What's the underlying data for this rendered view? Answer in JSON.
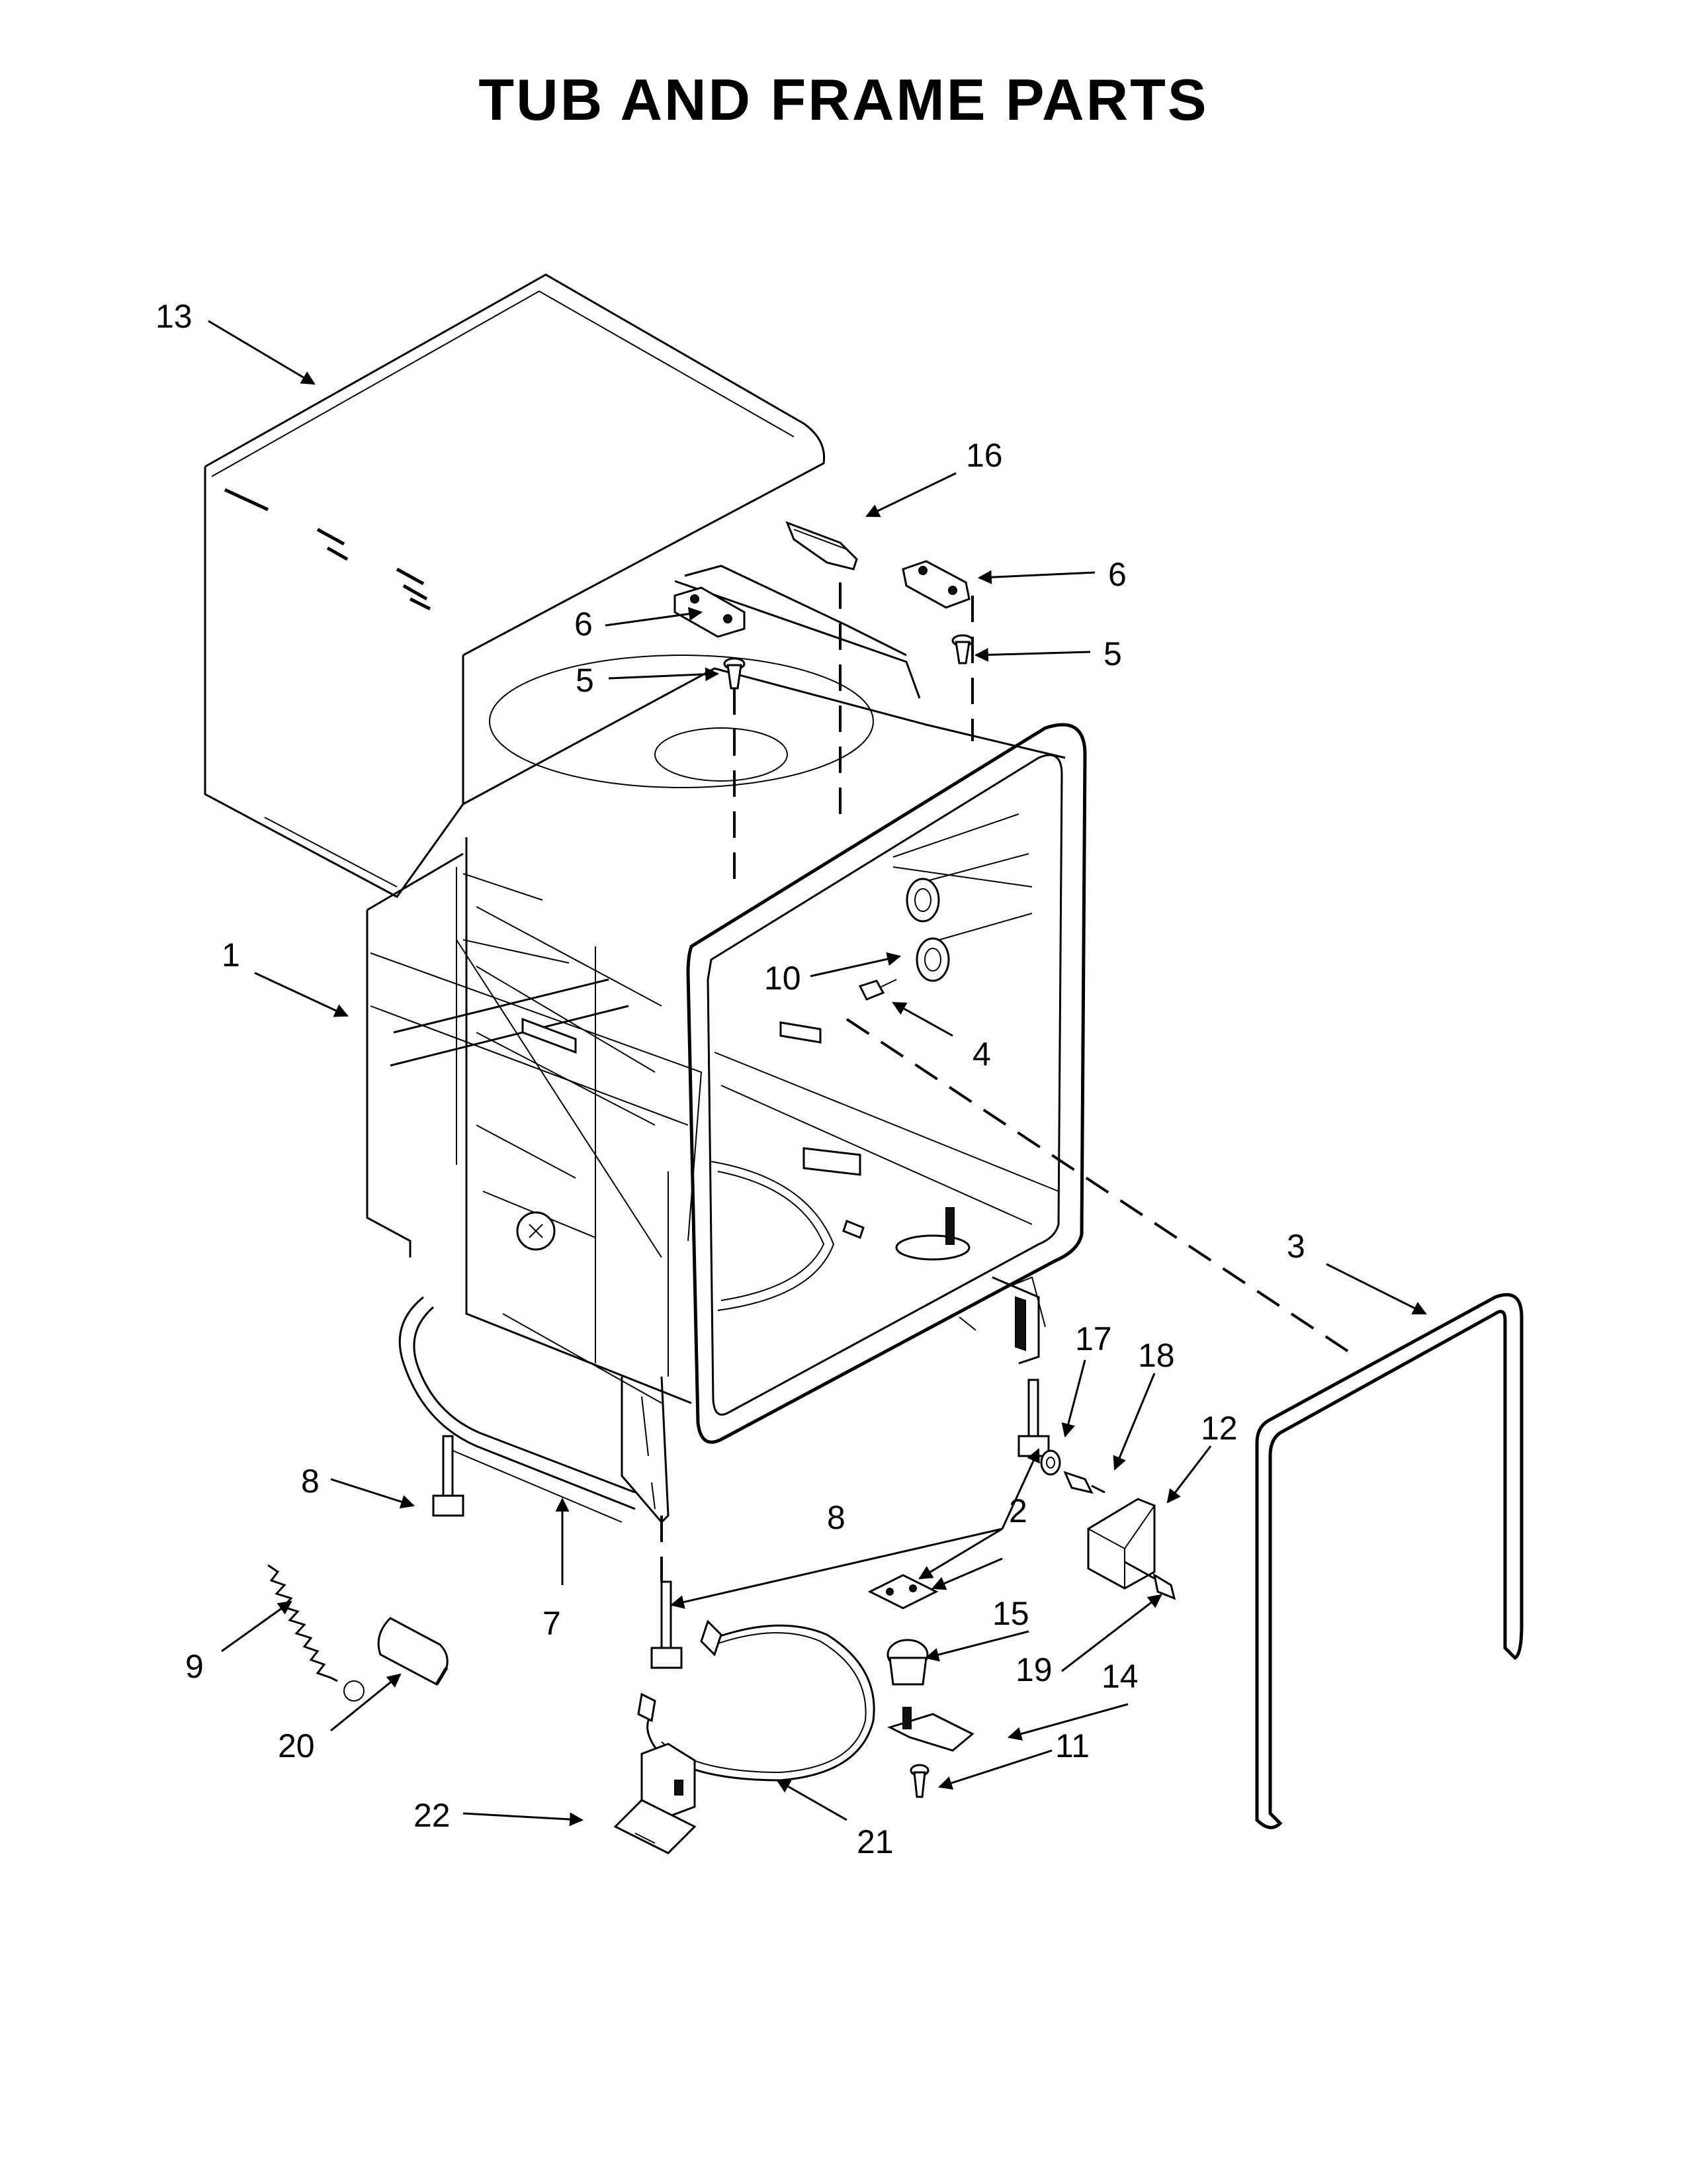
{
  "title": "TUB AND FRAME PARTS",
  "callouts": {
    "c1": "1",
    "c2": "2",
    "c3": "3",
    "c4": "4",
    "c5a": "5",
    "c5b": "5",
    "c6a": "6",
    "c6b": "6",
    "c7": "7",
    "c8a": "8",
    "c8b": "8",
    "c9": "9",
    "c10": "10",
    "c11": "11",
    "c12": "12",
    "c13": "13",
    "c14": "14",
    "c15": "15",
    "c16": "16",
    "c17": "17",
    "c18": "18",
    "c19": "19",
    "c20": "20",
    "c21": "21",
    "c22": "22"
  }
}
